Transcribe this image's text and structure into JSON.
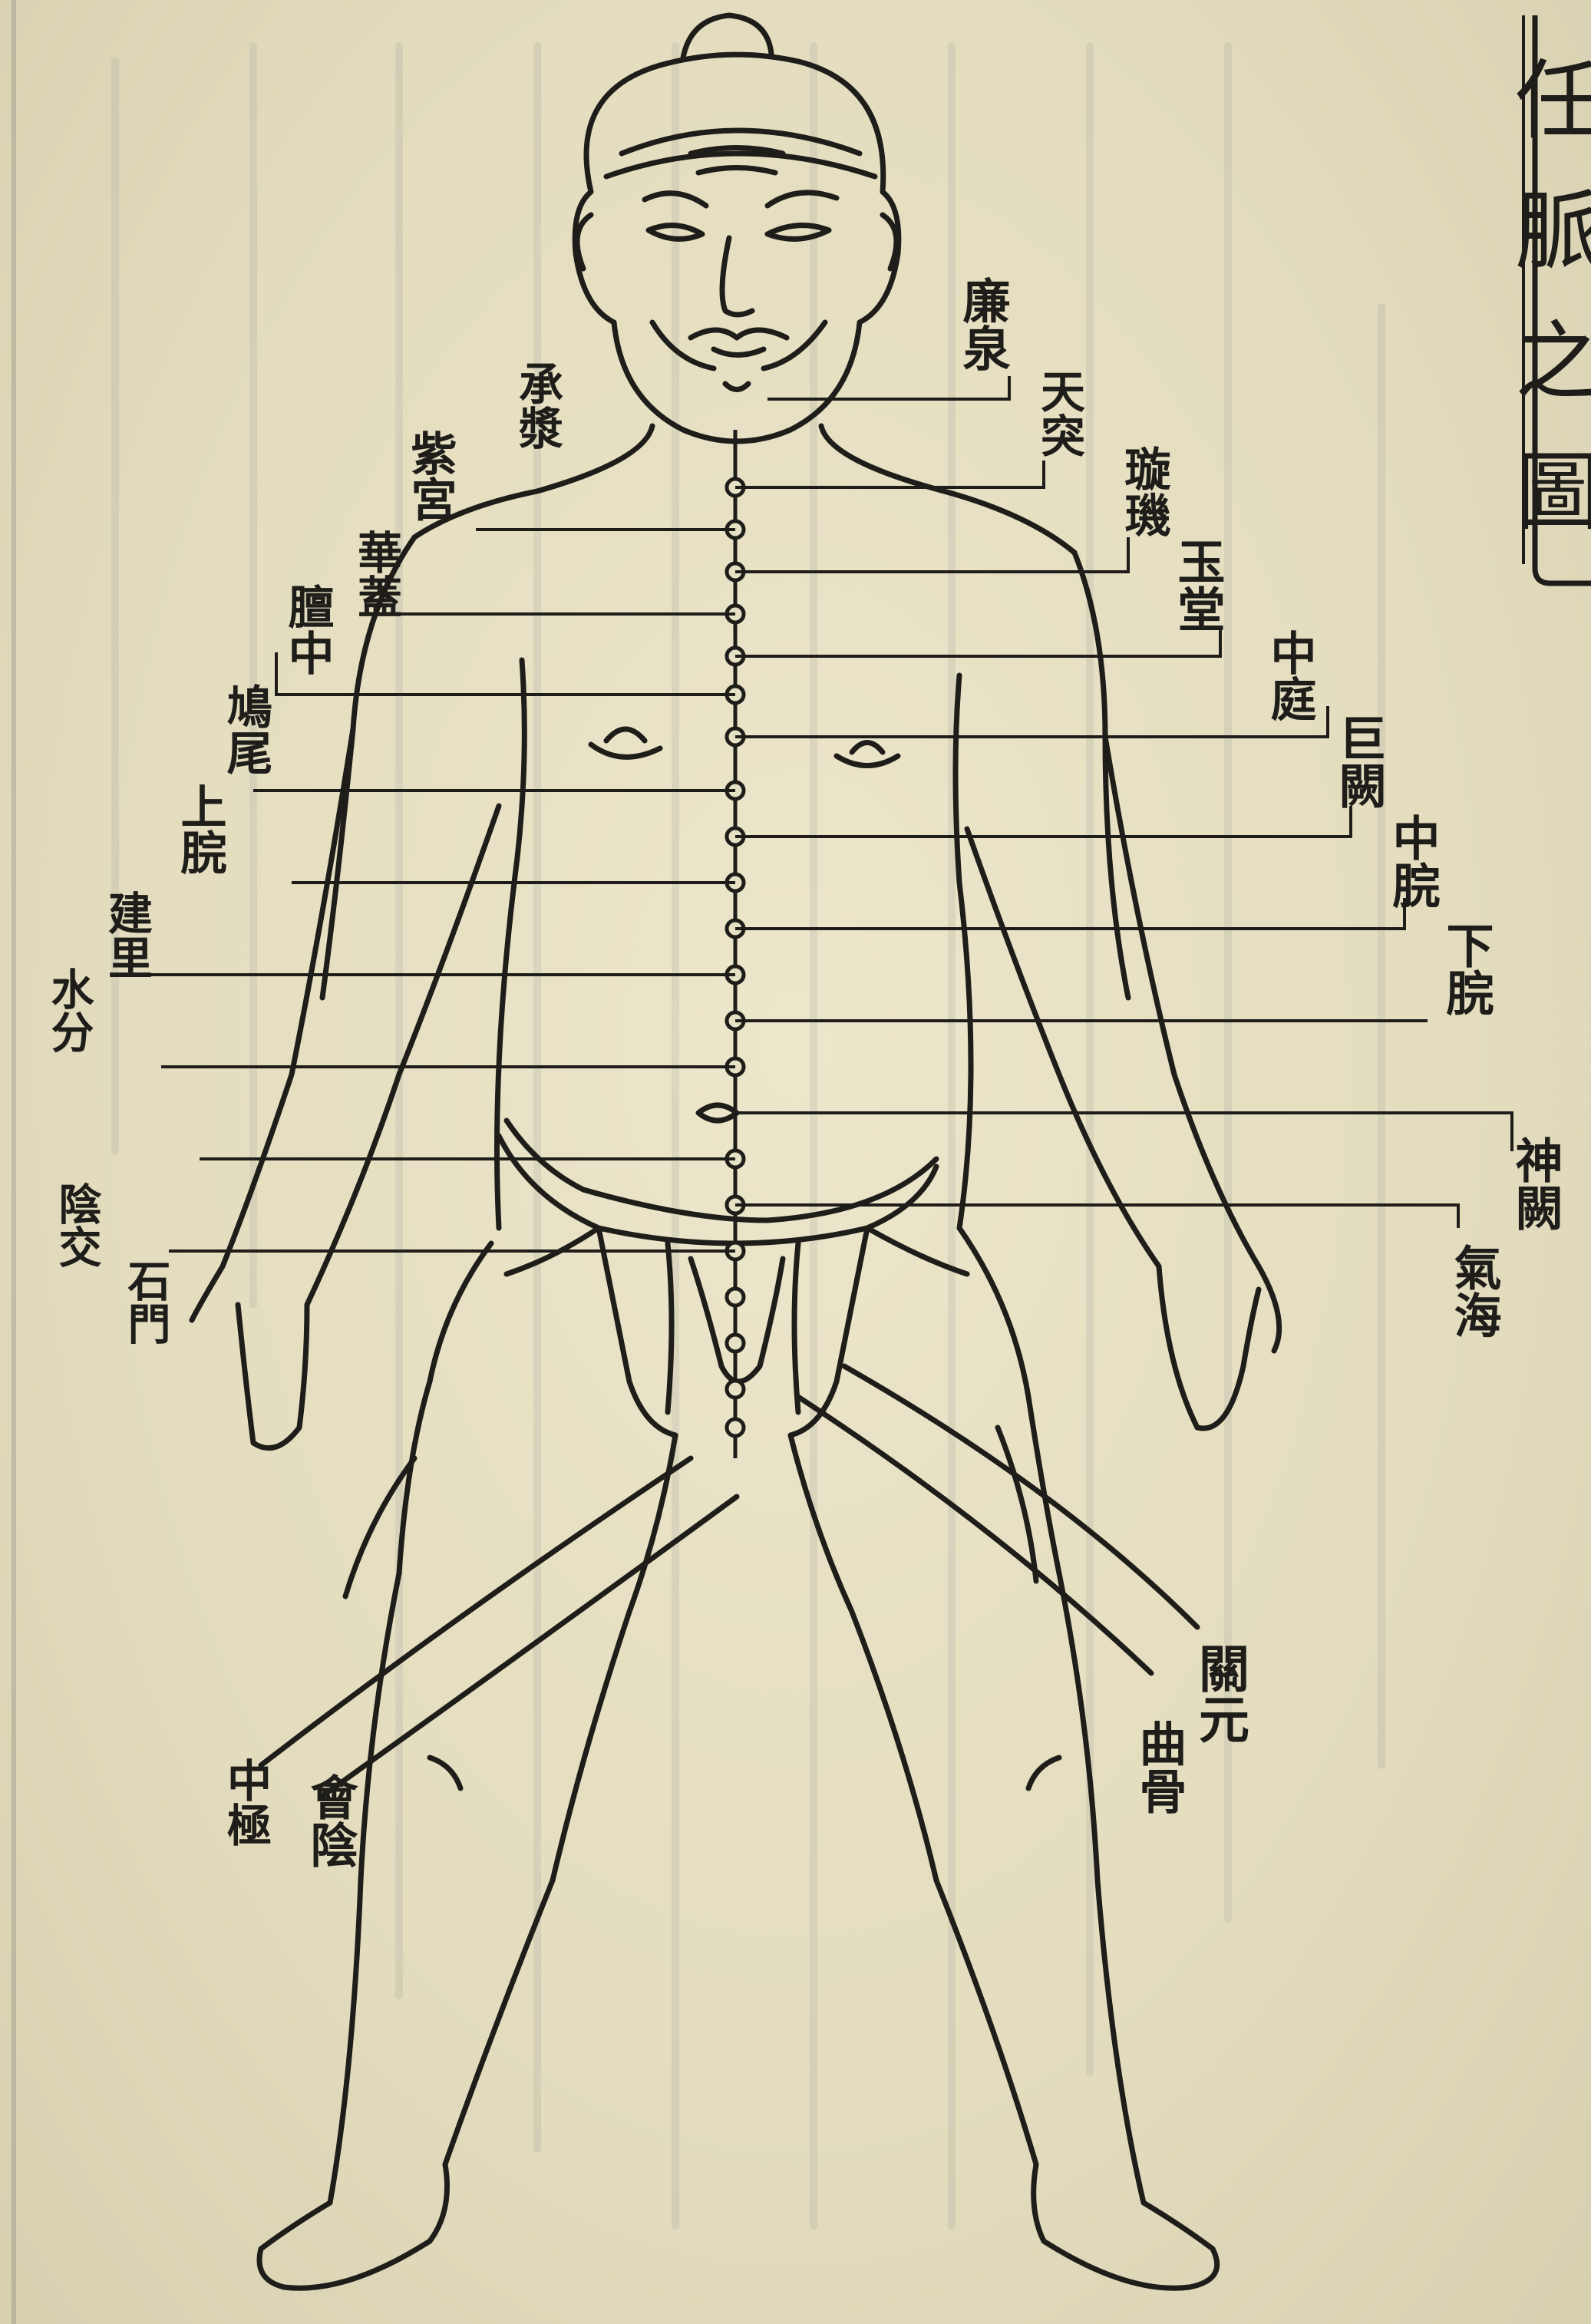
{
  "title": {
    "chars": [
      "任",
      "脈",
      "之",
      "圖"
    ]
  },
  "labels": {
    "lianquan": "廉泉",
    "chengjiang": "承漿",
    "tiantu": "天突",
    "xuanji": "璇璣",
    "huagai": "華蓋",
    "zigong": "紫宮",
    "yutang": "玉堂",
    "danzhong": "膻中",
    "zhongting": "中庭",
    "jiuwei": "鳩尾",
    "juque": "巨闕",
    "shangwan": "上脘",
    "zhongwan": "中脘",
    "jianli": "建里",
    "xiawan": "下脘",
    "shuifen": "水分",
    "shenque": "神闕",
    "yinjiao": "陰交",
    "qihai": "氣海",
    "shimen": "石門",
    "guanyuan": "關元",
    "zhongji": "中極",
    "qugu": "曲骨",
    "huiyin": "會陰"
  },
  "colors": {
    "ink": "#1e1d19",
    "paper": "#e6e0c4",
    "bleed": "#8e9590"
  }
}
